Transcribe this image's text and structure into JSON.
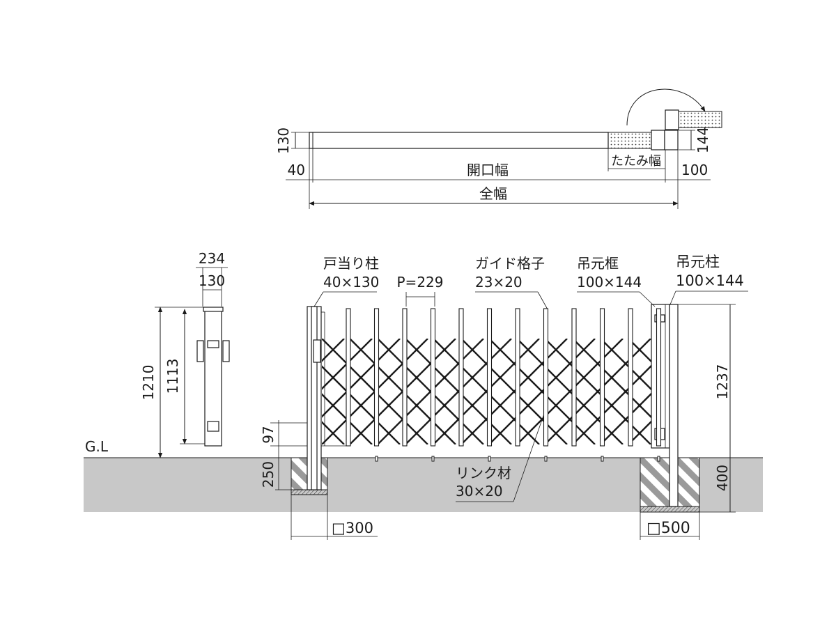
{
  "plan": {
    "dim_width": "130",
    "dim_stack": "144",
    "dim_left": "40",
    "dim_right": "100",
    "opening_width": "開口幅",
    "folded_width": "たたみ幅",
    "total_width": "全幅"
  },
  "side": {
    "dim_top_outer": "234",
    "dim_top_inner": "130",
    "dim_height_outer": "1210",
    "dim_height_inner": "1113",
    "ground_label": "G.L"
  },
  "front": {
    "stop_post_name": "戸当り柱",
    "stop_post_size": "40×130",
    "pitch": "P=229",
    "guide_name": "ガイド格子",
    "guide_size": "23×20",
    "hang_frame_name": "吊元框",
    "hang_frame_size": "100×144",
    "hang_post_name": "吊元柱",
    "hang_post_size": "100×144",
    "dim_bottom_gap": "97",
    "dim_embed_left": "250",
    "dim_height_right": "1237",
    "dim_embed_right": "400",
    "link_name": "リンク材",
    "link_size": "30×20",
    "footing_left": "□300",
    "footing_right": "□500"
  },
  "colors": {
    "ground": "#c8c8c8",
    "line": "#1a1a1a"
  }
}
